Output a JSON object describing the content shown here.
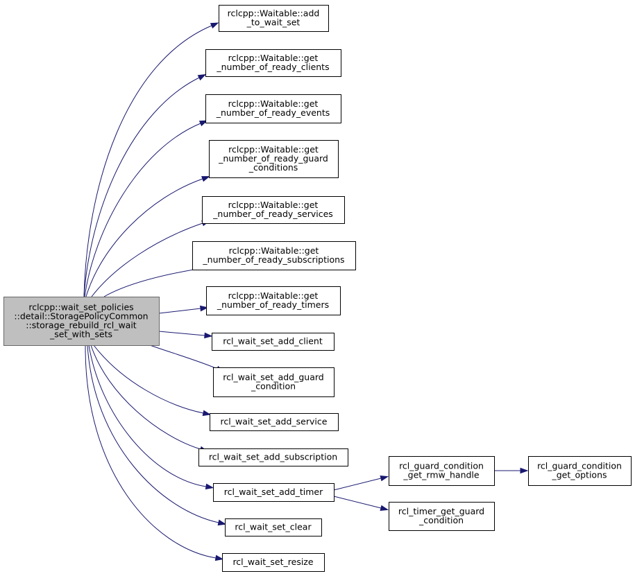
{
  "colors": {
    "edge": "#191970",
    "root_fill": "#bfbfbf",
    "root_stroke": "#666666",
    "node_fill": "#ffffff",
    "node_stroke": "#000000"
  },
  "nodes": [
    {
      "id": "root",
      "lines": [
        "rclcpp::wait_set_policies",
        "::detail::StoragePolicyCommon",
        "::storage_rebuild_rcl_wait",
        "_set_with_sets"
      ]
    },
    {
      "id": "add_to_wait_set",
      "lines": [
        "rclcpp::Waitable::add",
        "_to_wait_set"
      ]
    },
    {
      "id": "ready_clients",
      "lines": [
        "rclcpp::Waitable::get",
        "_number_of_ready_clients"
      ]
    },
    {
      "id": "ready_events",
      "lines": [
        "rclcpp::Waitable::get",
        "_number_of_ready_events"
      ]
    },
    {
      "id": "ready_guard",
      "lines": [
        "rclcpp::Waitable::get",
        "_number_of_ready_guard",
        "_conditions"
      ]
    },
    {
      "id": "ready_services",
      "lines": [
        "rclcpp::Waitable::get",
        "_number_of_ready_services"
      ]
    },
    {
      "id": "ready_subscriptions",
      "lines": [
        "rclcpp::Waitable::get",
        "_number_of_ready_subscriptions"
      ]
    },
    {
      "id": "ready_timers",
      "lines": [
        "rclcpp::Waitable::get",
        "_number_of_ready_timers"
      ]
    },
    {
      "id": "add_client",
      "lines": [
        "rcl_wait_set_add_client"
      ]
    },
    {
      "id": "add_guard",
      "lines": [
        "rcl_wait_set_add_guard",
        "_condition"
      ]
    },
    {
      "id": "add_service",
      "lines": [
        "rcl_wait_set_add_service"
      ]
    },
    {
      "id": "add_subscription",
      "lines": [
        "rcl_wait_set_add_subscription"
      ]
    },
    {
      "id": "add_timer",
      "lines": [
        "rcl_wait_set_add_timer"
      ]
    },
    {
      "id": "clear",
      "lines": [
        "rcl_wait_set_clear"
      ]
    },
    {
      "id": "resize",
      "lines": [
        "rcl_wait_set_resize"
      ]
    },
    {
      "id": "gc_rmw_handle",
      "lines": [
        "rcl_guard_condition",
        "_get_rmw_handle"
      ]
    },
    {
      "id": "timer_guard",
      "lines": [
        "rcl_timer_get_guard",
        "_condition"
      ]
    },
    {
      "id": "gc_options",
      "lines": [
        "rcl_guard_condition",
        "_get_options"
      ]
    }
  ],
  "edges": [
    {
      "from": "root",
      "to": "add_to_wait_set"
    },
    {
      "from": "root",
      "to": "ready_clients"
    },
    {
      "from": "root",
      "to": "ready_events"
    },
    {
      "from": "root",
      "to": "ready_guard"
    },
    {
      "from": "root",
      "to": "ready_services"
    },
    {
      "from": "root",
      "to": "ready_subscriptions"
    },
    {
      "from": "root",
      "to": "ready_timers"
    },
    {
      "from": "root",
      "to": "add_client"
    },
    {
      "from": "root",
      "to": "add_guard"
    },
    {
      "from": "root",
      "to": "add_service"
    },
    {
      "from": "root",
      "to": "add_subscription"
    },
    {
      "from": "root",
      "to": "add_timer"
    },
    {
      "from": "root",
      "to": "clear"
    },
    {
      "from": "root",
      "to": "resize"
    },
    {
      "from": "add_timer",
      "to": "gc_rmw_handle"
    },
    {
      "from": "add_timer",
      "to": "timer_guard"
    },
    {
      "from": "gc_rmw_handle",
      "to": "gc_options"
    }
  ]
}
